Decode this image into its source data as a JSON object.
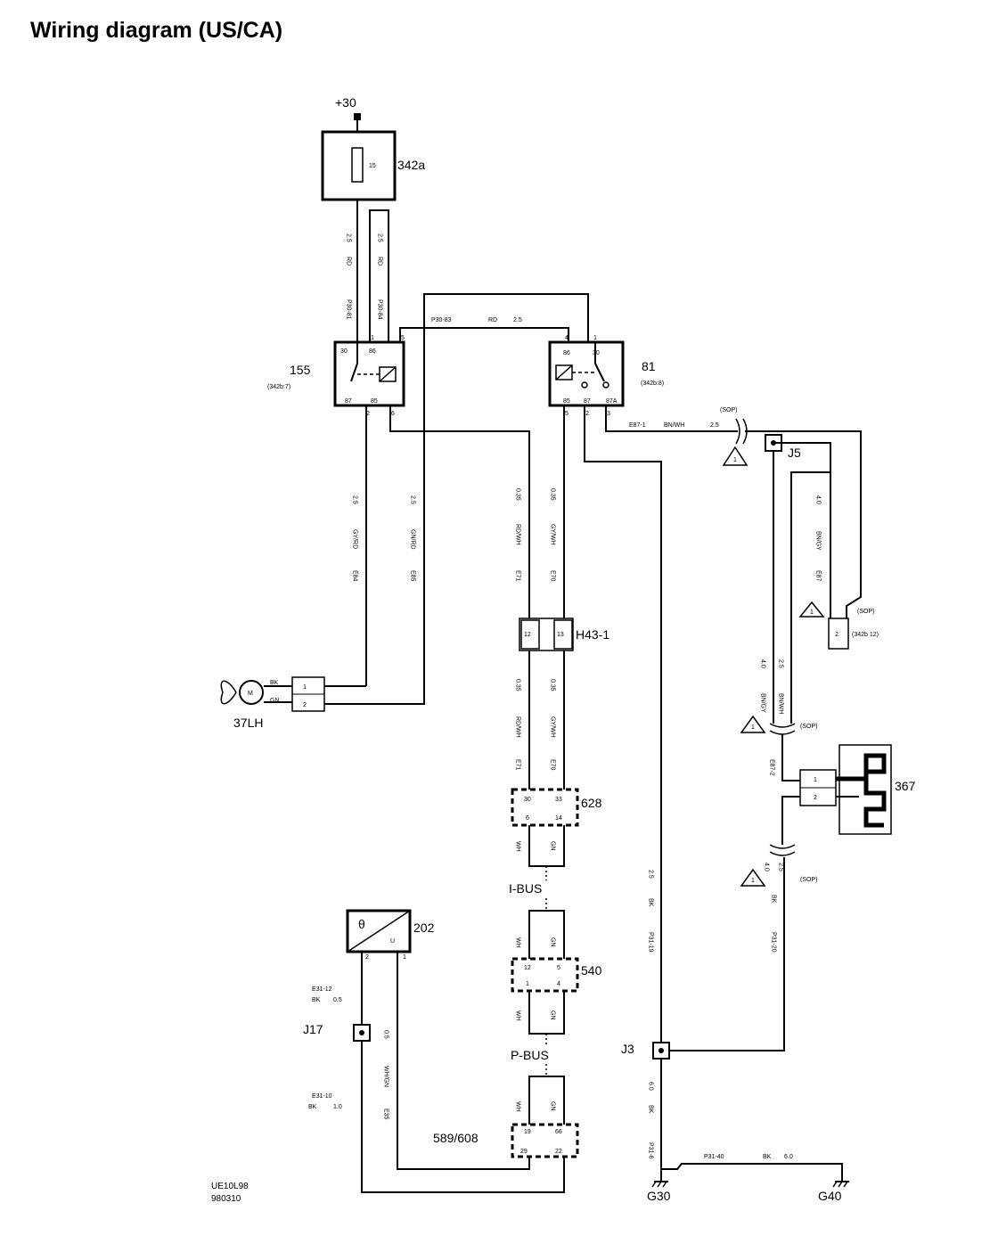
{
  "title": "Wiring diagram (US/CA)",
  "power": "+30",
  "components": {
    "fuse_box": "342a",
    "fuse_no": "15",
    "relay_left": "155",
    "relay_left_ref": "(342b:7)",
    "relay_right": "81",
    "relay_right_ref": "(342b:8)",
    "motor": "37LH",
    "motor_symbol": "M",
    "connector_h43": "H43-1",
    "connector_628": "628",
    "connector_540": "540",
    "connector_589": "589/608",
    "sensor": "202",
    "sensor_theta": "θ",
    "sensor_u": "U",
    "heater": "367",
    "splice_j5": "J5",
    "splice_j17": "J17",
    "splice_j3": "J3",
    "ground_g30": "G30",
    "ground_g40": "G40",
    "ibus": "I-BUS",
    "pbus": "P-BUS",
    "ref_342b12": "(342b 12)"
  },
  "pins": {
    "r155": {
      "p30": "30",
      "p86": "86",
      "p87": "87",
      "p85": "85",
      "c1": "1",
      "c2": "2",
      "c5": "5",
      "c6": "6"
    },
    "r81": {
      "p86": "86",
      "p30": "30",
      "p85": "85",
      "p87": "87",
      "p87a": "87A",
      "c4": "4",
      "c1": "1",
      "c5": "5",
      "c2": "2",
      "c3": "3"
    },
    "m1": "1",
    "m2": "2",
    "bk": "BK",
    "gn": "GN",
    "h12": "12",
    "h13": "13",
    "c628_30": "30",
    "c628_33": "33",
    "c628_6": "6",
    "c628_14": "14",
    "c540_12": "12",
    "c540_5": "5",
    "c540_1": "1",
    "c540_4": "4",
    "c589_19": "19",
    "c589_66": "66",
    "c589_29": "29",
    "c589_22": "22",
    "s2": "2",
    "s1": "1",
    "x1": "1",
    "x2": "2",
    "h1": "1",
    "h2": "2"
  },
  "wires": {
    "w_rd1": "RD",
    "w_rd1s": "2.5",
    "w_rd2": "RD",
    "w_rd2s": "2.5",
    "p30_81": "P30-81",
    "p30_84": "P30-84",
    "p30_83": "P30-83",
    "rd_top": "RD",
    "rd_top_s": "2.5",
    "e84": "E84",
    "gy_rd": "GY/RD",
    "e84s": "2.5",
    "e85": "E85",
    "gn_rd": "GN/RD",
    "e85s": "2.5",
    "e71": "E71",
    "rd_wh": "RD/WH",
    "e71s": "0.35",
    "e70": "E70",
    "gy_wh": "GY/WH",
    "e70s": "0.35",
    "e71b": "E71",
    "rd_whb": "RD/WH",
    "e71bs": "0.35",
    "e70b": "E70",
    "gy_whb": "GY/WH",
    "e70bs": "0.35",
    "wh1": "WH",
    "gn1": "GN",
    "wh2": "WH",
    "gn2": "GN",
    "wh3": "WH",
    "gn3": "GN",
    "wh4": "WH",
    "gn4": "GN",
    "e87_1": "E87-1",
    "bn_wh": "BN/WH",
    "e87_1s": "2.5",
    "sop1": "(SOP)",
    "sop2": "(SOP)",
    "sop3": "(SOP)",
    "sop4": "(SOP)",
    "bn_gy": "BN/GY",
    "e87": "E87",
    "bn_gy_s": "4.0",
    "bn_gy2": "BN/GY",
    "bn_gy2s": "4.0",
    "bn_wh2": "BN/WH",
    "bn_wh2s": "2.5",
    "e87_2": "E87-2",
    "bk_h": "BK",
    "bk_h_s1": "4.0",
    "bk_h_s2": "2.5",
    "p31_20": "P31-20",
    "bk_j3": "BK",
    "bk_j3s": "2.5",
    "p31_19": "P31-19",
    "bk_g": "BK",
    "bk_gs": "6.0",
    "p31_6": "P31-6",
    "p31_40": "P31-40",
    "bk_40": "BK",
    "bk_40s": "6.0",
    "e31_12": "E31-12",
    "bk_12": "BK",
    "bk_12s": "0.5",
    "e31_10": "E31-10",
    "bk_10": "BK",
    "bk_10s": "1.0",
    "e35": "E35",
    "wh_gn": "WH/GN",
    "e35s": "0.5",
    "tri": "1"
  },
  "footer": {
    "code": "UE10L98",
    "date": "980310"
  }
}
